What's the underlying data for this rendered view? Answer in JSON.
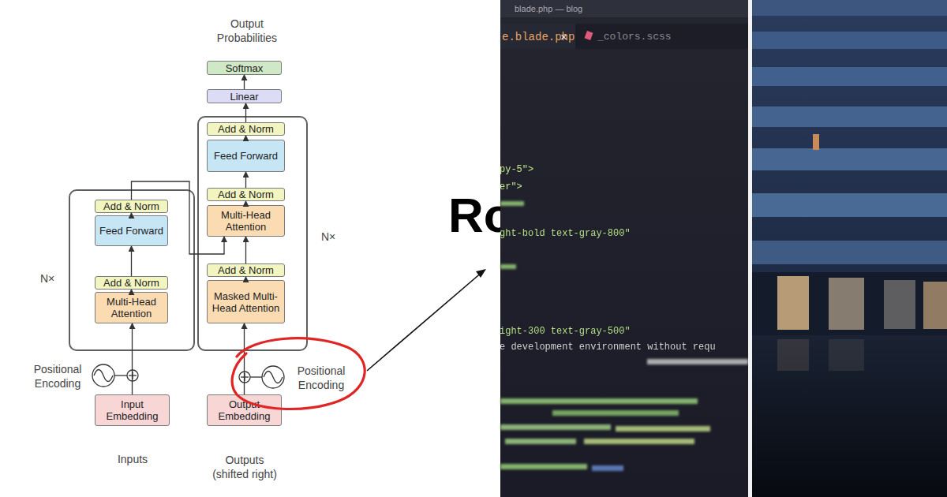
{
  "diagram": {
    "nodes": [
      {
        "text": [
          "Softmax"
        ]
      },
      {
        "text": [
          "Linear"
        ]
      },
      {
        "text": [
          "N×"
        ]
      },
      {
        "text": [
          "Add & Norm"
        ],
        "in": 2
      },
      {
        "text": [
          "Feed Forward"
        ],
        "in": 2
      },
      {
        "text": [
          "Add & Norm"
        ],
        "in": 2
      },
      {
        "text": [
          "Multi-Head Attention"
        ],
        "in": 2
      },
      {
        "text": [
          "Add & Norm"
        ],
        "in": 2
      },
      {
        "text": [
          "Masked Multi-Head Attention"
        ],
        "in": 2
      },
      {
        "text": [
          "N×"
        ]
      },
      {
        "text": [
          "Add & Norm"
        ],
        "in": 9
      },
      {
        "text": [
          "Feed Forward"
        ],
        "in": 9
      },
      {
        "text": [
          "Add & Norm"
        ],
        "in": 9
      },
      {
        "text": [
          "Multi-Head Attention"
        ],
        "in": 9
      },
      {
        "text": [
          "Input Embedding"
        ]
      },
      {
        "text": [
          "Output Embedding"
        ]
      }
    ],
    "edges": [
      {
        "from": 14,
        "to": 13,
        "arrow": "to"
      },
      {
        "from": 13,
        "to": 12,
        "arrow": "to"
      },
      {
        "from": 12,
        "to": 11,
        "arrow": "to"
      },
      {
        "from": 11,
        "to": 10,
        "arrow": "to"
      },
      {
        "from": 10,
        "to": 6,
        "arrow": "to"
      },
      {
        "from": 15,
        "to": 8,
        "arrow": "to"
      },
      {
        "from": 8,
        "to": 7,
        "arrow": "to"
      },
      {
        "from": 7,
        "to": 6,
        "arrow": "to"
      },
      {
        "from": 6,
        "to": 5,
        "arrow": "to"
      },
      {
        "from": 5,
        "to": 4,
        "arrow": "to"
      },
      {
        "from": 4,
        "to": 3,
        "arrow": "to"
      },
      {
        "from": 3,
        "to": 1,
        "arrow": "to"
      },
      {
        "from": 1,
        "to": 0,
        "arrow": "to"
      }
    ],
    "labels": [
      "Output Probabilities",
      "Positional Encoding",
      "Positional Encoding",
      "Inputs",
      "Outputs (shifted right)",
      "Ro",
      "blade.php — blog",
      "e.blade.php",
      "×",
      "_colors.scss",
      "py-5\">",
      "er\">",
      "ght-bold text-gray-800\"",
      "ight-300 text-gray-500\"",
      "e development environment without requ"
    ]
  }
}
